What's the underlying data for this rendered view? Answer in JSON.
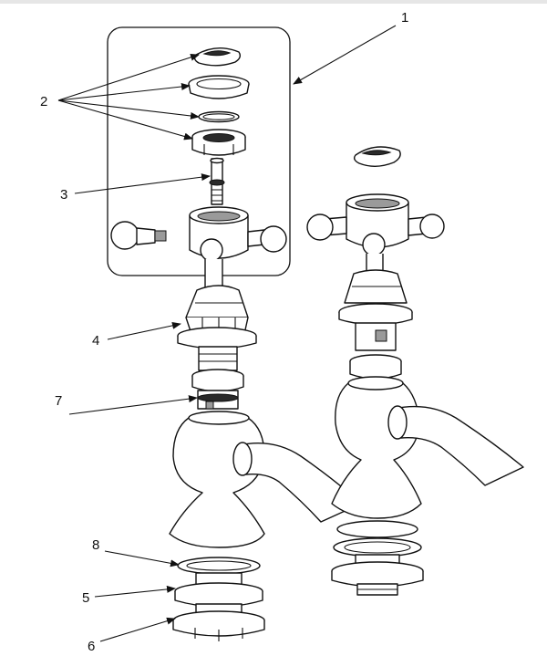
{
  "callouts": [
    {
      "id": "1",
      "text": "1"
    },
    {
      "id": "2",
      "text": "2"
    },
    {
      "id": "3",
      "text": "3"
    },
    {
      "id": "4",
      "text": "4"
    },
    {
      "id": "7",
      "text": "7"
    },
    {
      "id": "8",
      "text": "8"
    },
    {
      "id": "5",
      "text": "5"
    },
    {
      "id": "6",
      "text": "6"
    }
  ],
  "colors": {
    "line": "#111111",
    "shade": "#9a9a9a",
    "background": "#ffffff"
  }
}
